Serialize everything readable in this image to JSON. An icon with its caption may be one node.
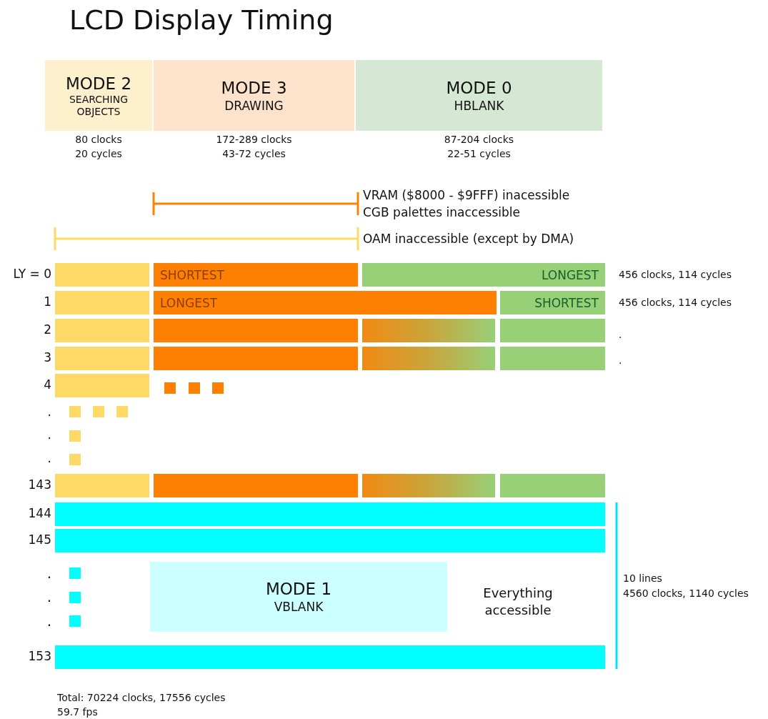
{
  "diagram": {
    "title": "LCD Display Timing",
    "nodes": [
      {
        "text": [
          "MODE 2",
          "SEARCHING OBJECTS"
        ],
        "beside": [
          "80 clocks 20 cycles"
        ]
      },
      {
        "text": [
          "MODE 3",
          "DRAWING"
        ],
        "beside": [
          "172-289 clocks 43-72 cycles"
        ]
      },
      {
        "text": [
          "MODE 0",
          "HBLANK"
        ],
        "beside": [
          "87-204 clocks 22-51 cycles"
        ]
      },
      {
        "text": [],
        "shape": "bar"
      },
      {
        "text": [
          "SHORTEST"
        ]
      },
      {
        "text": [
          "LONGEST"
        ]
      },
      {
        "text": [],
        "shape": "bar"
      },
      {
        "text": [
          "LONGEST"
        ]
      },
      {
        "text": [
          "SHORTEST"
        ]
      },
      {
        "text": [],
        "shape": "bar"
      },
      {
        "text": [],
        "shape": "bar"
      },
      {
        "text": [],
        "shape": "bar"
      },
      {
        "text": [],
        "shape": "bar"
      },
      {
        "text": [],
        "shape": "bar"
      },
      {
        "text": [],
        "shape": "bar"
      },
      {
        "text": [],
        "shape": "bar"
      },
      {
        "text": [],
        "shape": "bar"
      },
      {
        "text": [],
        "shape": "bar"
      },
      {
        "text": [],
        "shape": "bar"
      },
      {
        "text": [],
        "shape": "bar"
      },
      {
        "text": [],
        "shape": "bar"
      },
      {
        "text": [],
        "shape": "bar"
      },
      {
        "text": [],
        "shape": "bar"
      },
      {
        "text": [],
        "shape": "bar"
      },
      {
        "text": [
          "MODE 1",
          "VBLANK"
        ]
      },
      {
        "text": [],
        "shape": "bar"
      }
    ],
    "edges": [],
    "labels": [
      "VRAM ($8000 - $9FFF) inacessible",
      "CGB palettes inaccessible",
      "OAM inaccessible (except by DMA)",
      "LY = 0",
      "456 clocks, 114 cycles",
      "1",
      "456 clocks, 114 cycles",
      "2",
      ".",
      "3",
      ".",
      "4",
      ".",
      ".",
      ".",
      "143",
      "144",
      "145",
      "10 lines",
      "4560 clocks, 1140 cycles",
      ".",
      "Everything accessible",
      ".",
      ".",
      "153",
      "Total: 70224 clocks, 17556 cycles",
      "59.7 fps"
    ]
  }
}
